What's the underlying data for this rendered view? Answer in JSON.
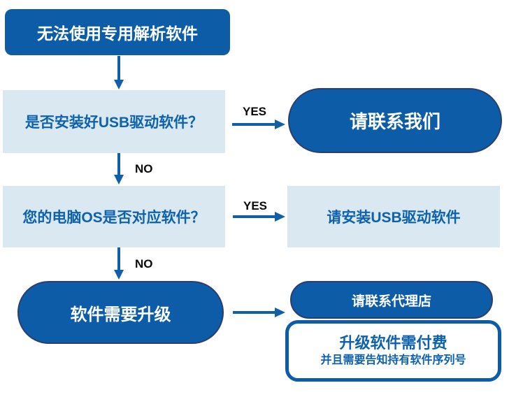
{
  "colors": {
    "dark_blue": "#0C5CA8",
    "light_blue": "#D9E8F1",
    "border_navy": "#2B3F6E",
    "text_blue": "#0E62AD",
    "arrow_blue": "#0F5FAA",
    "label_black": "#0A0A0A"
  },
  "nodes": {
    "start": {
      "label": "无法使用专用解析软件"
    },
    "q1": {
      "label": "是否安装好USB驱动软件？"
    },
    "contact_us": {
      "label": "请联系我们"
    },
    "q2": {
      "label": "您的电脑OS是否对应软件？"
    },
    "install_driver": {
      "label": "请安装USB驱动软件"
    },
    "upgrade": {
      "label": "软件需要升级"
    },
    "contact_dealer": {
      "label": "请联系代理店"
    },
    "fee_note": {
      "line1": "升级软件需付费",
      "line2": "并且需要告知持有软件序列号"
    }
  },
  "edges": {
    "q1_yes": "YES",
    "q1_no": "NO",
    "q2_yes": "YES",
    "q2_no": "NO"
  }
}
